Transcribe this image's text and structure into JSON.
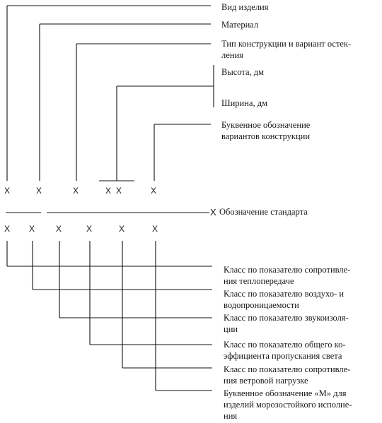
{
  "top_labels": {
    "product_type": "Вид изделия",
    "material": "Материал",
    "construction_type_line1": "Тип конструкции и вариант остек-",
    "construction_type_line2": "ления",
    "height": "Высота, дм",
    "width": "Ширина, дм",
    "letter_code_line1": "Буквенное обозначение",
    "letter_code_line2": "вариантов конструкции"
  },
  "top_placeholders": [
    "X",
    "X",
    "X",
    "X",
    "X",
    "X"
  ],
  "standard_marker": "X",
  "standard_label": "Обозначение стандарта",
  "bottom_placeholders": [
    "X",
    "X",
    "X",
    "X",
    "X",
    "X"
  ],
  "bottom_labels": {
    "heat_line1": "Класс по показателю сопротивле-",
    "heat_line2": "ния теплопередаче",
    "air_line1": "Класс по показателю воздухо- и",
    "air_line2": "водопроницаемости",
    "sound_line1": "Класс по показателю звукоизоля-",
    "sound_line2": "ции",
    "light_line1": "Класс по показателю общего ко-",
    "light_line2": "эффициента пропускания света",
    "wind_line1": "Класс по показателю сопротивле-",
    "wind_line2": "ния ветровой нагрузке",
    "frost_line1": "Буквенное обозначение «М» для",
    "frost_line2": "изделий морозостойкого исполне-",
    "frost_line3": "ния"
  }
}
